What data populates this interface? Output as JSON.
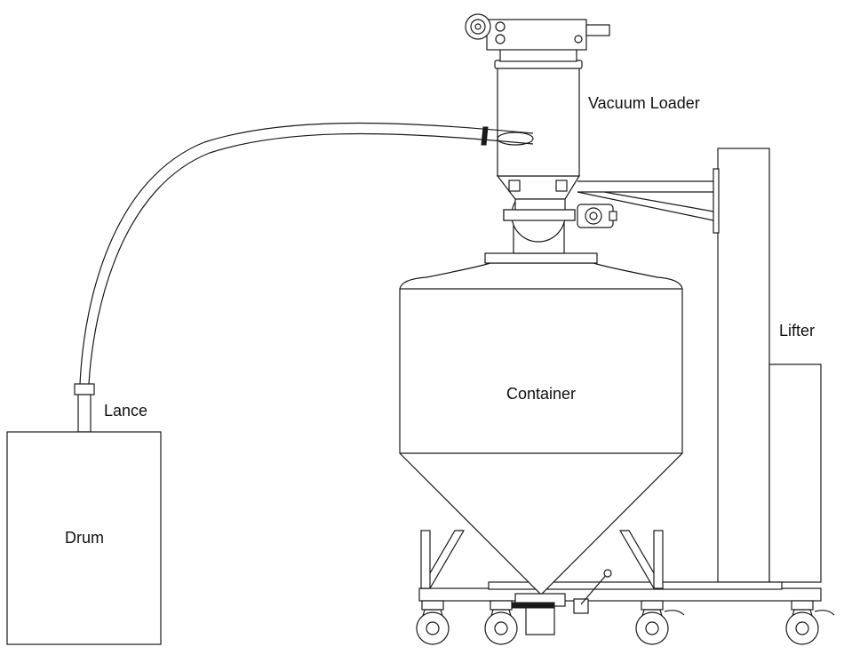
{
  "labels": {
    "vacuum_loader": "Vacuum Loader",
    "lifter": "Lifter",
    "container": "Container",
    "lance": "Lance",
    "drum": "Drum"
  },
  "colors": {
    "line": "#1a1a1a",
    "fill": "#ffffff",
    "text": "#111111"
  }
}
